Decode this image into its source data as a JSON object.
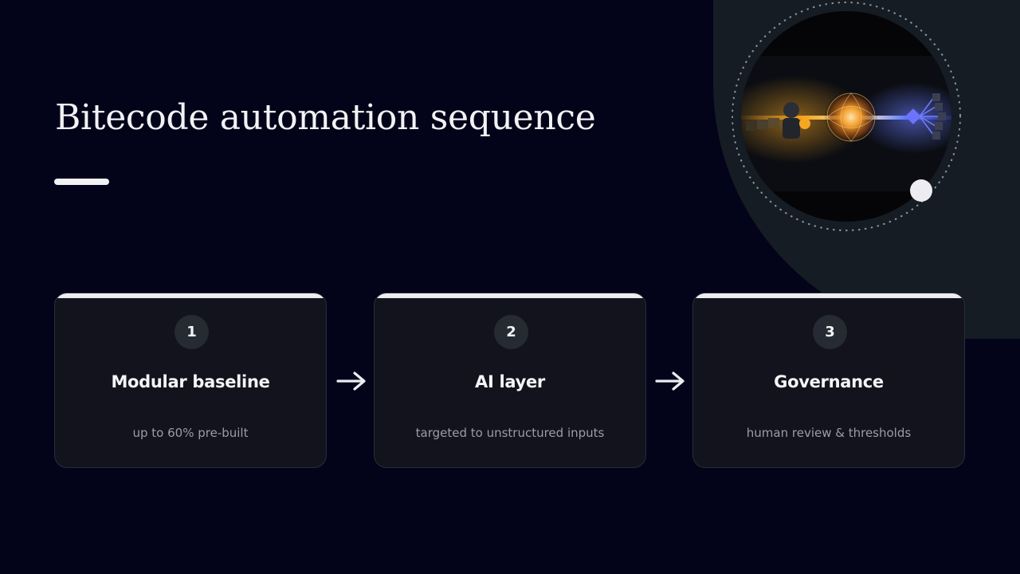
{
  "slide": {
    "title": "Bitecode automation sequence"
  },
  "steps": [
    {
      "number": "1",
      "title": "Modular baseline",
      "description": "up to 60% pre-built"
    },
    {
      "number": "2",
      "title": "AI layer",
      "description": "targeted to unstructured inputs"
    },
    {
      "number": "3",
      "title": "Governance",
      "description": "human review & thresholds"
    }
  ],
  "icons": {
    "flow_arrow": "arrow-right-icon",
    "hero": "ai-pipeline-illustration"
  },
  "colors": {
    "background": "#03031a",
    "card": "#12131d",
    "accent_amber": "#f5a623",
    "accent_blue": "#4a6cff"
  }
}
